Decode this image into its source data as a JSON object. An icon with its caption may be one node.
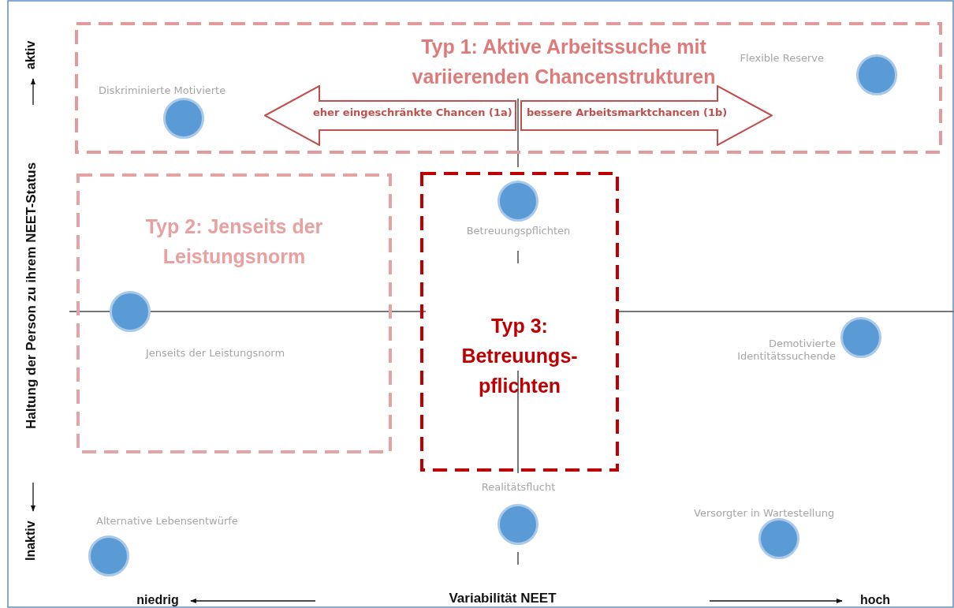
{
  "diagram": {
    "nodes": [
      {
        "text": [
          "Typ 1: Aktive Arbeitssuche mit variierenden Chancenstrukturen"
        ]
      },
      {
        "text": [],
        "shape": "circle",
        "beside": [
          "Diskriminierte Motivierte"
        ],
        "in": 0
      },
      {
        "text": [
          "eher eingeschränkte Chancen (1a)"
        ],
        "in": 0
      },
      {
        "text": [
          "bessere Arbeitsmarktchancen (1b)"
        ],
        "in": 0
      },
      {
        "text": [],
        "shape": "circle",
        "beside": [
          "Flexible Reserve"
        ],
        "in": 0
      },
      {
        "text": [
          "Typ 2: Jenseits der Leistungsnorm"
        ]
      },
      {
        "text": [],
        "shape": "circle",
        "beside": [
          "Jenseits der Leistungsnorm"
        ],
        "in": 5
      },
      {
        "text": [
          "Typ 3: Betreuungs-pflichten"
        ]
      },
      {
        "text": [],
        "shape": "circle",
        "beside": [
          "Betreuungspflichten"
        ],
        "in": 7
      },
      {
        "text": [],
        "shape": "circle",
        "beside": [
          "Demotivierte Identitätssuchende"
        ]
      },
      {
        "text": [],
        "shape": "circle",
        "beside": [
          "Realitätsflucht"
        ]
      },
      {
        "text": [],
        "shape": "circle",
        "beside": [
          "Alternative Lebensentwürfe"
        ]
      },
      {
        "text": [],
        "shape": "circle",
        "beside": [
          "Versorgter in Wartestellung"
        ]
      }
    ],
    "edges": [],
    "labels": [
      "aktiv",
      "Haltung der Person zu ihrem NEET-Status",
      "Inaktiv",
      "niedrig",
      "Variabilität NEET",
      "hoch"
    ]
  }
}
